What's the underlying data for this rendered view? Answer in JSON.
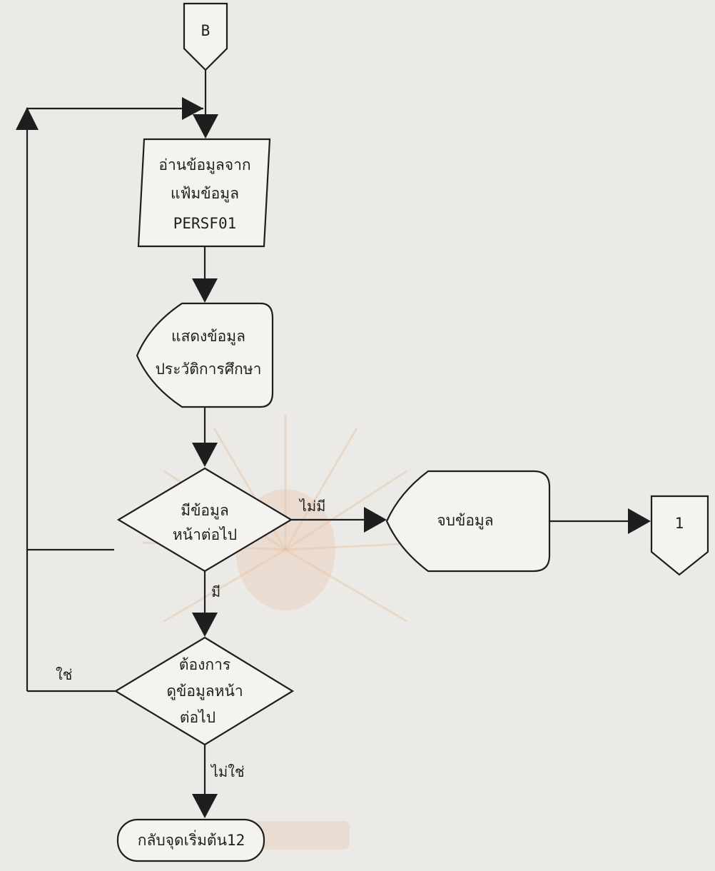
{
  "connectors": {
    "top": "B",
    "right": "1"
  },
  "nodes": {
    "read": [
      "อ่านข้อมูลจาก",
      "แฟ้มข้อมูล",
      "PERSF01"
    ],
    "display": [
      "แสดงข้อมูล",
      "ประวัติการศึกษา"
    ],
    "decision_more": [
      "มีข้อมูล",
      "หน้าต่อไป"
    ],
    "end_data": "จบข้อมูล",
    "decision_view": [
      "ต้องการ",
      "ดูข้อมูลหน้า",
      "ต่อไป"
    ],
    "terminal": "กลับจุดเริ่มต้น12"
  },
  "edge_labels": {
    "no_more": "ไม่มี",
    "has_more": "มี",
    "yes": "ใช่",
    "no": "ไม่ใช่"
  }
}
